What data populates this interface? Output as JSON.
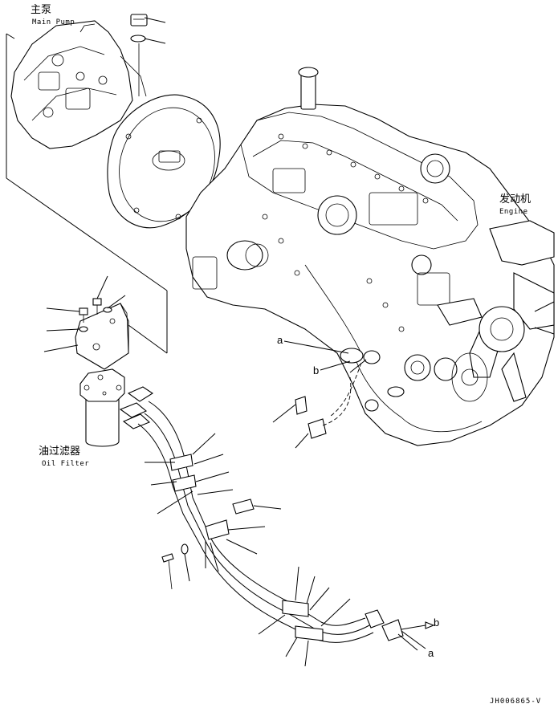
{
  "labels": {
    "main_pump_cn": "主泵",
    "main_pump_en": "Main Pump",
    "engine_cn": "发动机",
    "engine_en": "Engine",
    "oil_filter_cn": "油过滤器",
    "oil_filter_en": "Oil Filter"
  },
  "callouts": {
    "a_upper": "a",
    "b_upper": "b",
    "b_lower": "b",
    "a_lower": "a"
  },
  "document_id": "JH006865-V"
}
